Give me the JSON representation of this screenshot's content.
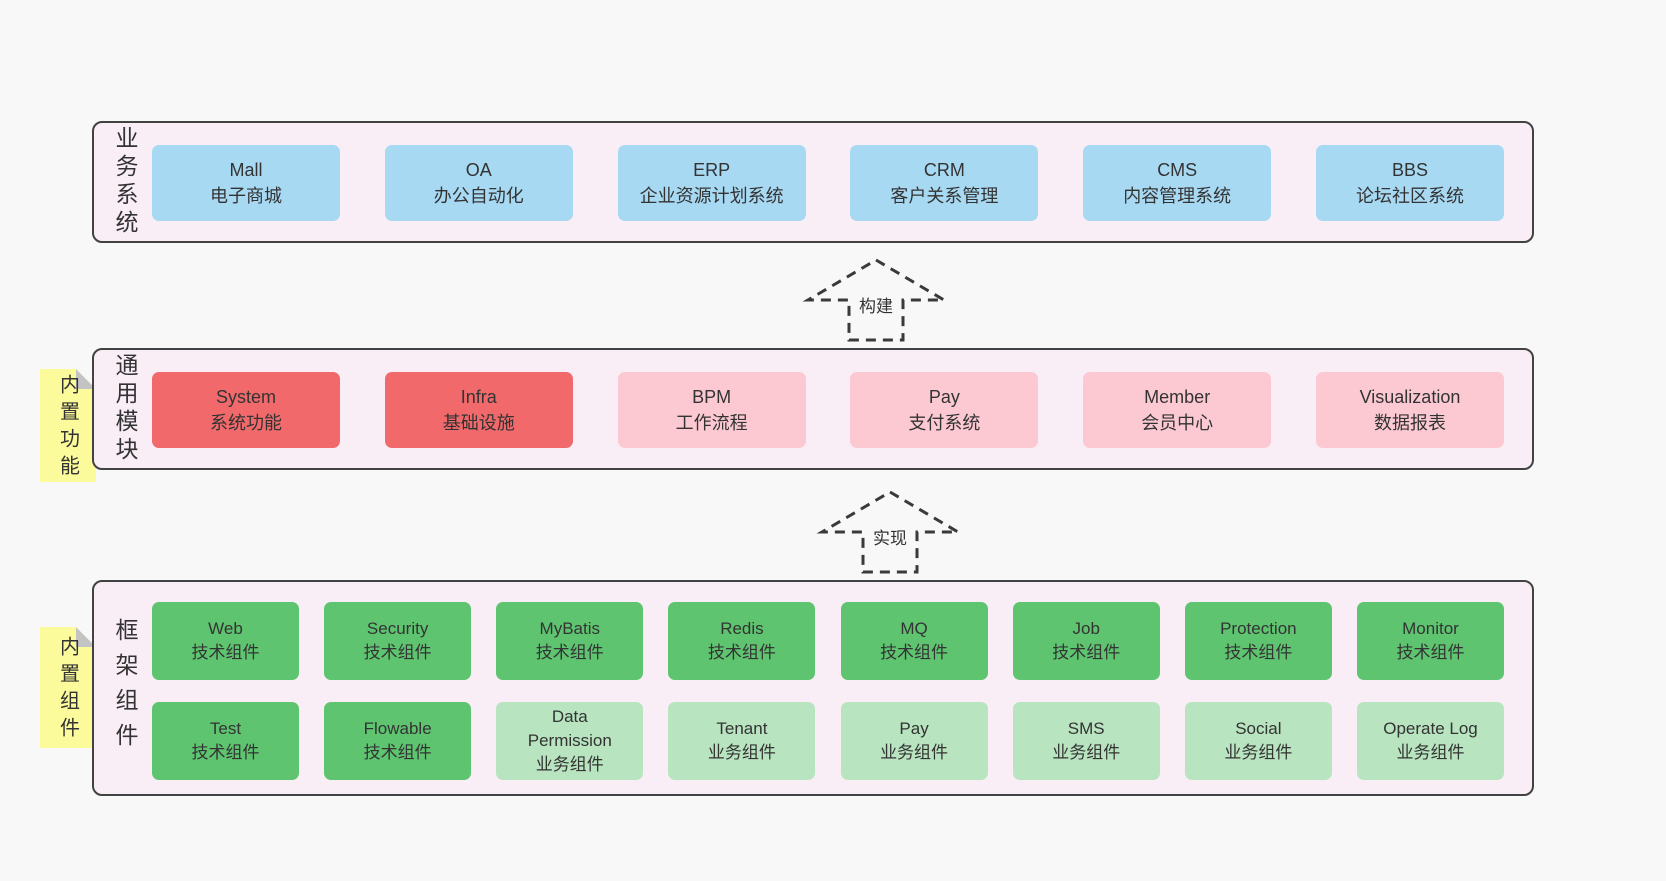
{
  "page": {
    "background": "#f8f8f8"
  },
  "colors": {
    "band_background": "#f9edf6",
    "band_border": "#424242",
    "blue_box": "#a8d9f3",
    "red_box": "#f1696b",
    "pink_box": "#fcc9d3",
    "green_box": "#5ec470",
    "light_green_box": "#b8e4bf",
    "sticky_yellow": "#fbfb9b",
    "sticky_fold_gray": "#c3c3c3",
    "arrow_stroke": "#3a3a3a",
    "text": "#333333"
  },
  "arrows": [
    {
      "label": "构建"
    },
    {
      "label": "实现"
    }
  ],
  "bands": [
    {
      "label": "业务系统",
      "boxes": [
        {
          "title": "Mall",
          "subtitle": "电子商城",
          "variant": "blue"
        },
        {
          "title": "OA",
          "subtitle": "办公自动化",
          "variant": "blue"
        },
        {
          "title": "ERP",
          "subtitle": "企业资源计划系统",
          "variant": "blue"
        },
        {
          "title": "CRM",
          "subtitle": "客户关系管理",
          "variant": "blue"
        },
        {
          "title": "CMS",
          "subtitle": "内容管理系统",
          "variant": "blue"
        },
        {
          "title": "BBS",
          "subtitle": "论坛社区系统",
          "variant": "blue"
        }
      ]
    },
    {
      "label": "通用模块",
      "sticky": "内置功能",
      "boxes": [
        {
          "title": "System",
          "subtitle": "系统功能",
          "variant": "red"
        },
        {
          "title": "Infra",
          "subtitle": "基础设施",
          "variant": "red"
        },
        {
          "title": "BPM",
          "subtitle": "工作流程",
          "variant": "pink"
        },
        {
          "title": "Pay",
          "subtitle": "支付系统",
          "variant": "pink"
        },
        {
          "title": "Member",
          "subtitle": "会员中心",
          "variant": "pink"
        },
        {
          "title": "Visualization",
          "subtitle": "数据报表",
          "variant": "pink"
        }
      ]
    },
    {
      "label": "框架组件",
      "sticky": "内置组件",
      "rows": [
        [
          {
            "title": "Web",
            "subtitle": "技术组件",
            "variant": "green"
          },
          {
            "title": "Security",
            "subtitle": "技术组件",
            "variant": "green"
          },
          {
            "title": "MyBatis",
            "subtitle": "技术组件",
            "variant": "green"
          },
          {
            "title": "Redis",
            "subtitle": "技术组件",
            "variant": "green"
          },
          {
            "title": "MQ",
            "subtitle": "技术组件",
            "variant": "green"
          },
          {
            "title": "Job",
            "subtitle": "技术组件",
            "variant": "green"
          },
          {
            "title": "Protection",
            "subtitle": "技术组件",
            "variant": "green"
          },
          {
            "title": "Monitor",
            "subtitle": "技术组件",
            "variant": "green"
          }
        ],
        [
          {
            "title": "Test",
            "subtitle": "技术组件",
            "variant": "green"
          },
          {
            "title": "Flowable",
            "subtitle": "技术组件",
            "variant": "green"
          },
          {
            "title": "Data\nPermission",
            "subtitle": "业务组件",
            "variant": "light-green"
          },
          {
            "title": "Tenant",
            "subtitle": "业务组件",
            "variant": "light-green"
          },
          {
            "title": "Pay",
            "subtitle": "业务组件",
            "variant": "light-green"
          },
          {
            "title": "SMS",
            "subtitle": "业务组件",
            "variant": "light-green"
          },
          {
            "title": "Social",
            "subtitle": "业务组件",
            "variant": "light-green"
          },
          {
            "title": "Operate Log",
            "subtitle": "业务组件",
            "variant": "light-green"
          }
        ]
      ]
    }
  ]
}
